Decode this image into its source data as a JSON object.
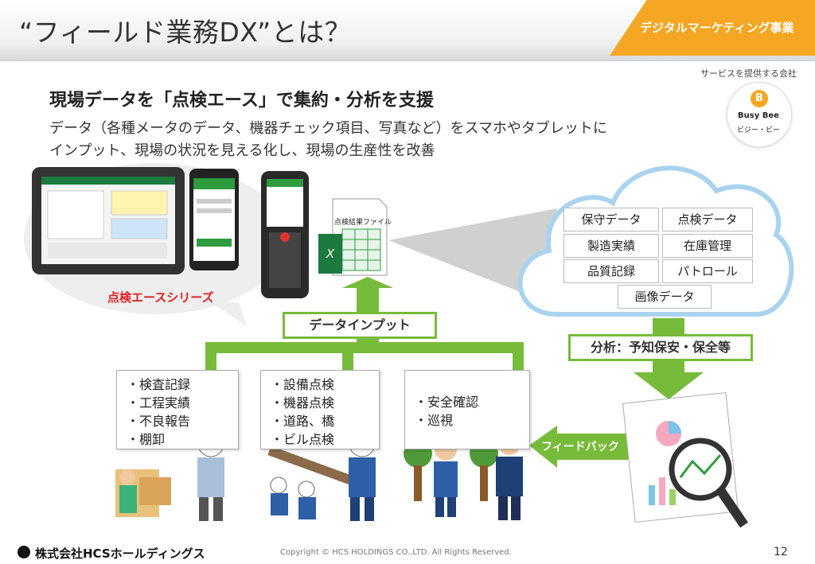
{
  "header": {
    "title": "“フィールド業務DX”とは？",
    "banner": "デジタルマーケティング事業"
  },
  "provider": {
    "caption": "サービスを提供する会社",
    "logo_mark": "B",
    "logo_en": "Busy Bee",
    "logo_ja": "ビジー・ビー"
  },
  "subtitle": "現場データを「点検エース」で集約・分析を支援",
  "description": {
    "line1": "データ（各種メータのデータ、機器チェック項目、写真など）をスマホやタブレットに",
    "line2": "インプット、現場の状況を見える化し、現場の生産性を改善"
  },
  "devices": {
    "series_label": "点検エースシリーズ"
  },
  "file": {
    "title": "点検結果ファイル",
    "badge": "X"
  },
  "cloud": {
    "items": [
      "保守データ",
      "点検データ",
      "製造実績",
      "在庫管理",
      "品質記録",
      "パトロール",
      "画像データ"
    ]
  },
  "flow": {
    "input_label": "データインプット",
    "analysis_label": "分析：予知保安・保全等",
    "feedback_label": "フィードバック"
  },
  "tasks": {
    "box1": [
      "・検査記録",
      "・工程実績",
      "・不良報告",
      "・棚卸"
    ],
    "box2": [
      "・設備点検",
      "・機器点検",
      "・道路、橋",
      "・ビル点検"
    ],
    "box3": [
      "・安全確認",
      "・巡視"
    ]
  },
  "footer": {
    "company": "株式会社HCSホールディングス",
    "copyright": "Copyright © HCS HOLDINGS CO.,LTD. All Rights Reserved.",
    "page": "12"
  },
  "colors": {
    "accent": "#f5a623",
    "green": "#77bb3a",
    "cloud_border": "#a9d3ee",
    "series_red": "#e02020"
  }
}
